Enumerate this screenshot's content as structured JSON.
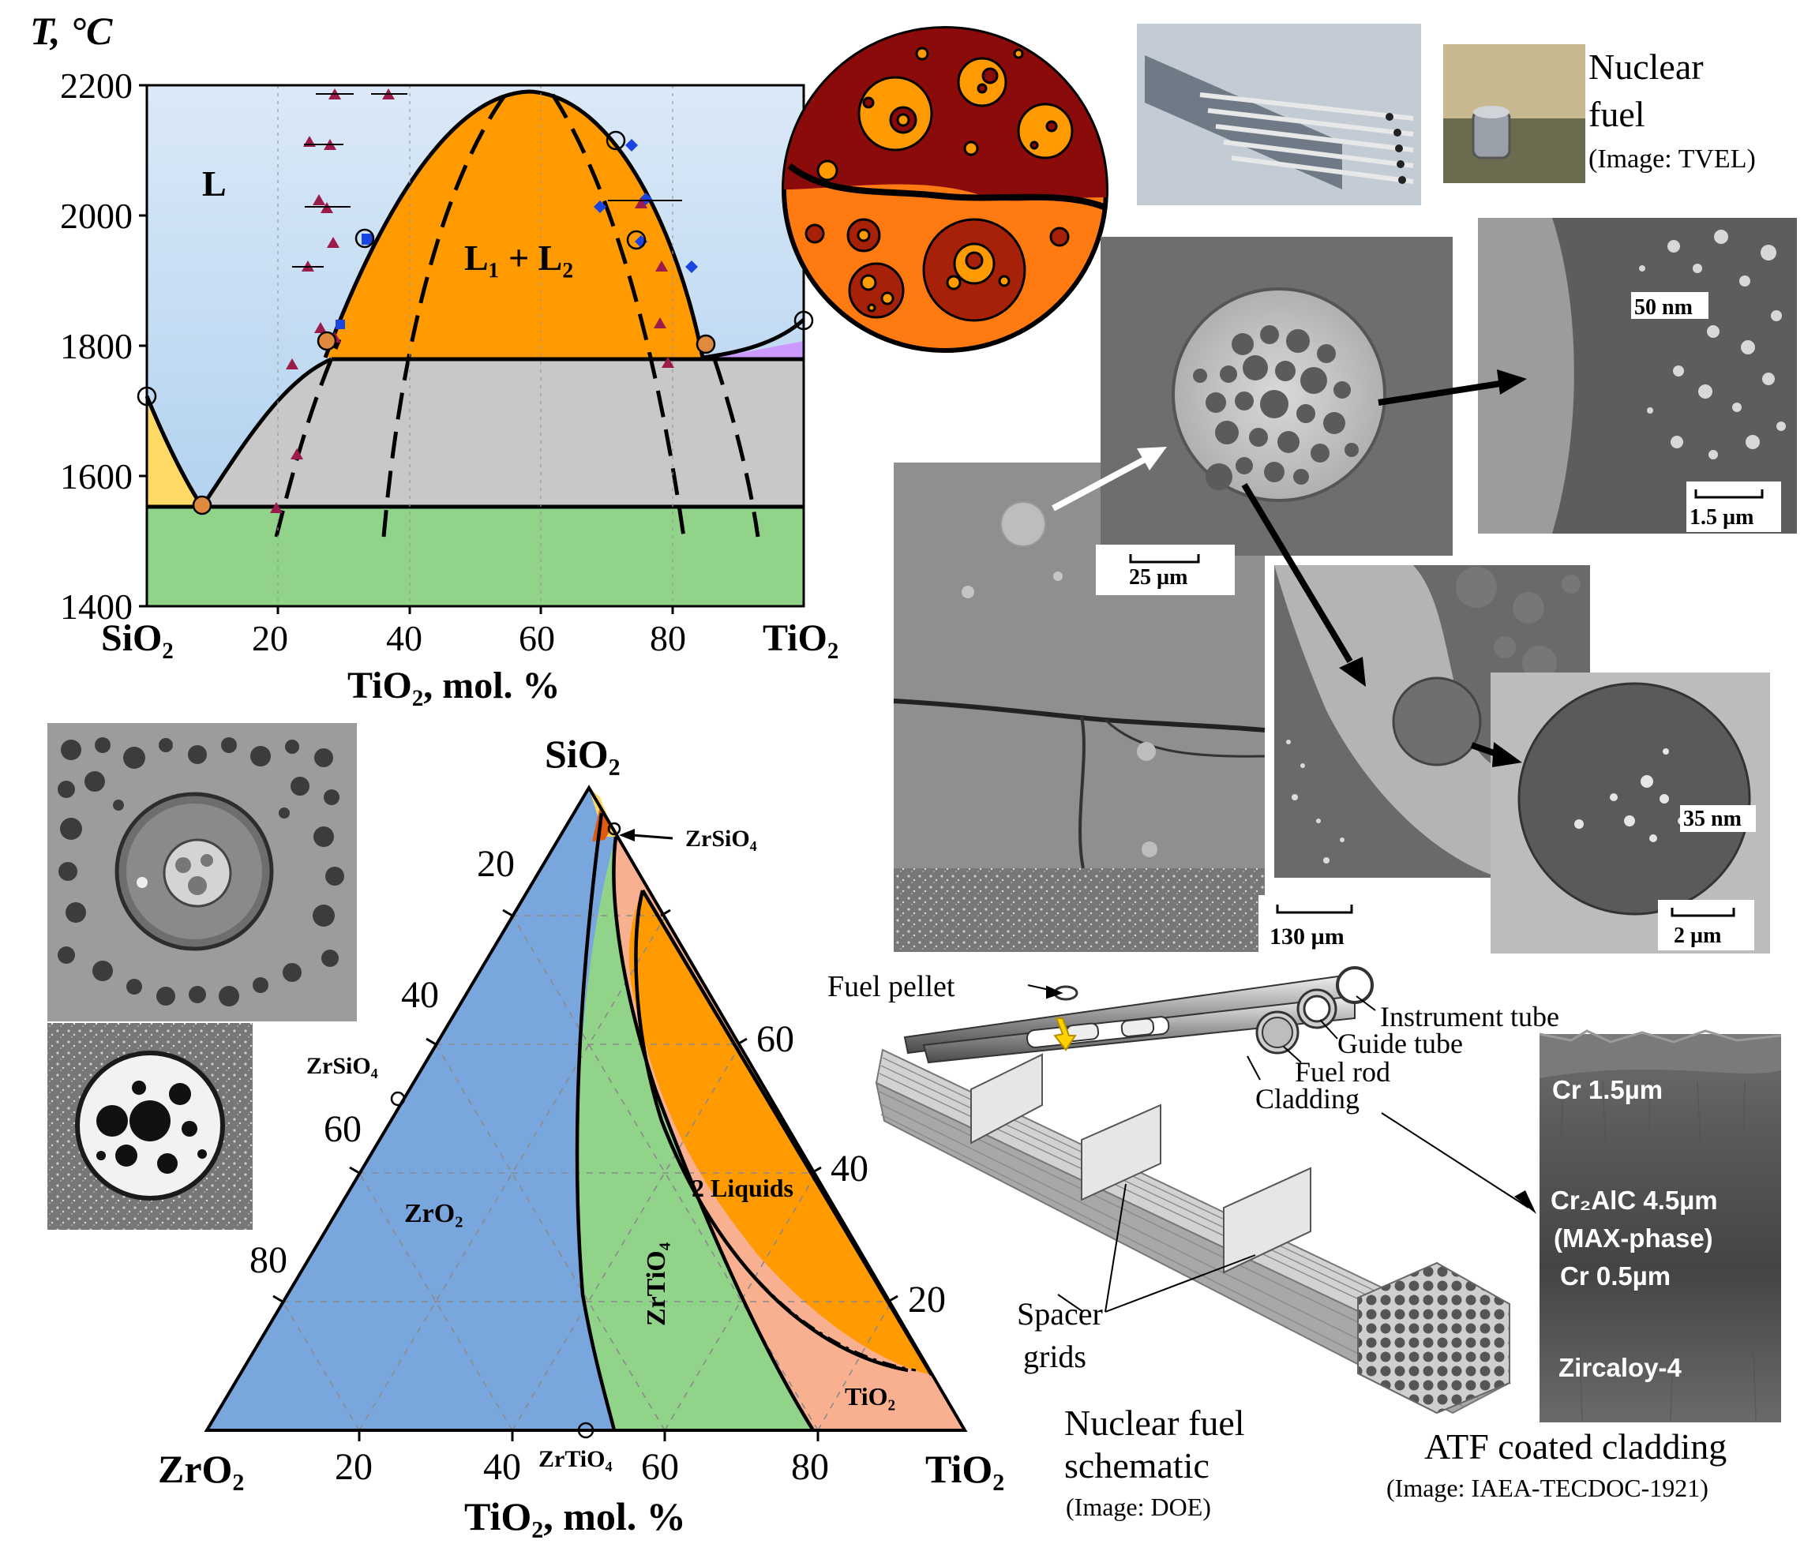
{
  "phase_diagram": {
    "y_axis_title": "T, °C",
    "y_ticks": [
      "2200",
      "2000",
      "1800",
      "1600",
      "1400"
    ],
    "x_ticks": [
      "20",
      "40",
      "60",
      "80"
    ],
    "x_end_left": "SiO₂",
    "x_end_right": "TiO₂",
    "x_axis_title": "TiO₂, mol. %",
    "region_L": "L",
    "region_L1L2": "L₁ + L₂"
  },
  "ternary": {
    "apex_top": "SiO₂",
    "apex_left": "ZrO₂",
    "apex_right": "TiO₂",
    "axis_title": "TiO₂, mol. %",
    "left_ticks": [
      "20",
      "40",
      "60",
      "80"
    ],
    "right_ticks": [
      "60",
      "40",
      "20"
    ],
    "bottom_ticks": [
      "20",
      "40",
      "60",
      "80"
    ],
    "label_zrsio4_top": "ZrSiO₄",
    "label_zrsio4_left": "ZrSiO₄",
    "label_zrtio4_bottom": "ZrTiO₄",
    "region_zro2": "ZrO₂",
    "region_zrtio4": "ZrTiO₄",
    "region_2liquids": "2 Liquids",
    "region_tio2": "TiO₂"
  },
  "nuclear_fuel_photo": {
    "title_line1": "Nuclear",
    "title_line2": "fuel",
    "credit": "(Image: TVEL)"
  },
  "micrographs": {
    "scale_25um": "25 µm",
    "scale_1_5um": "1.5 µm",
    "scale_130um": "130 µm",
    "scale_2um": "2 µm",
    "label_50nm": "50 nm",
    "label_35nm": "35 nm"
  },
  "fuel_schematic": {
    "fuel_pellet": "Fuel pellet",
    "instrument_tube": "Instrument tube",
    "guide_tube": "Guide tube",
    "fuel_rod": "Fuel rod",
    "cladding": "Cladding",
    "spacer_line1": "Spacer",
    "spacer_line2": "grids",
    "title_line1": "Nuclear fuel",
    "title_line2": "schematic",
    "credit": "(Image: DOE)"
  },
  "atf": {
    "layer1": "Cr 1.5µm",
    "layer2": "Cr₂AlC 4.5µm",
    "layer2b": "(MAX-phase)",
    "layer3": "Cr 0.5µm",
    "layer4": "Zircaloy-4",
    "title": "ATF coated cladding",
    "credit": "(Image: IAEA-TECDOC-1921)"
  },
  "colors": {
    "liquid_blue": "#cfe3f5",
    "miscibility_orange": "#ff9a00",
    "solid_gray": "#c8c8c8",
    "solid_green": "#92d38a",
    "yellow": "#ffd966",
    "violet": "#cc99ff",
    "ternary_blue": "#7aa6de",
    "ternary_salmon": "#f9b090",
    "globule_dark": "#8b0a0a",
    "globule_orange": "#ff7a10"
  }
}
